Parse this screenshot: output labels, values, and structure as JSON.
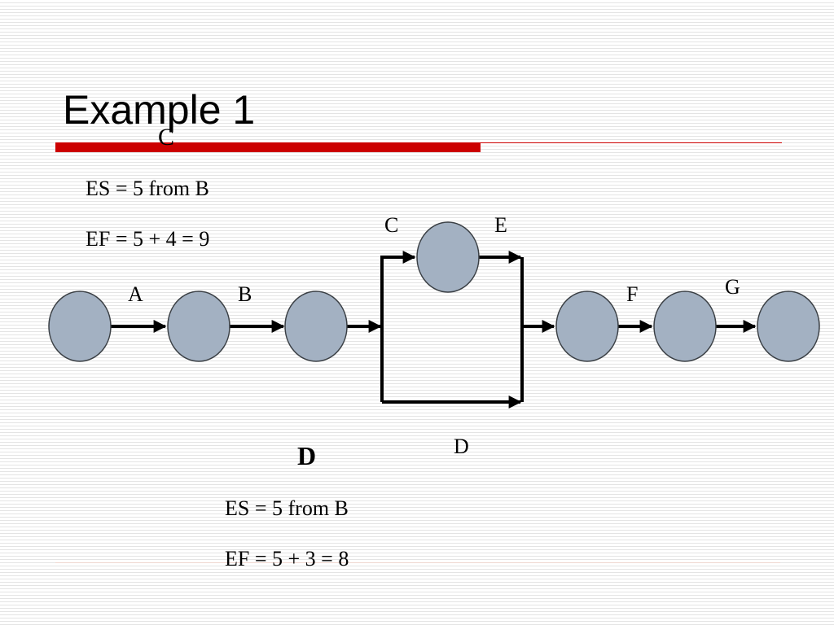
{
  "slide": {
    "title": "Example 1"
  },
  "activity_c": {
    "heading": "C",
    "es": "ES = 5 from B",
    "ef": "EF = 5 + 4 = 9"
  },
  "activity_d": {
    "heading": "D",
    "es": "ES = 5 from B",
    "ef": "EF = 5 + 3 = 8"
  },
  "network": {
    "labels": {
      "a": "A",
      "b": "B",
      "c": "C",
      "d": "D",
      "e": "E",
      "f": "F",
      "g": "G"
    }
  },
  "colors": {
    "node_fill": "#a3b1c2",
    "node_stroke": "#3a3f44",
    "accent_bar": "#cc0000"
  }
}
